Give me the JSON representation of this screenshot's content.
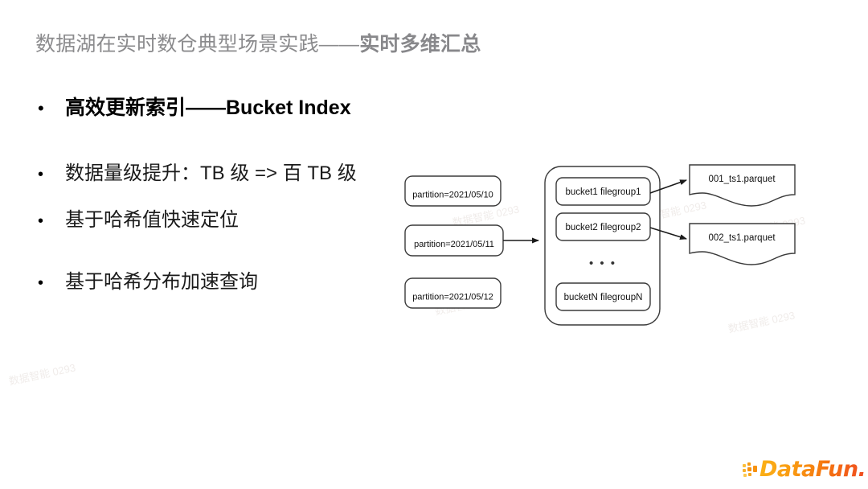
{
  "slide": {
    "title_plain": "数据湖在实时数仓典型场景实践——",
    "title_emph": "实时多维汇总",
    "background": "#ffffff"
  },
  "bullets": {
    "main": "高效更新索引——Bucket Index",
    "sub": [
      "数据量级提升：TB 级 => 百 TB 级",
      "基于哈希值快速定位",
      "基于哈希分布加速查询"
    ]
  },
  "diagram": {
    "partitions": [
      "partition=2021/05/10",
      "partition=2021/05/11",
      "partition=2021/05/12"
    ],
    "buckets": [
      "bucket1 filegroup1",
      "bucket2 filegroup2",
      "bucketN filegroupN"
    ],
    "bucket_ellipsis": "• • •",
    "files": [
      "001_ts1.parquet",
      "002_ts1.parquet"
    ]
  },
  "watermarks": [
    "数据智能 0293",
    "数据智能 0293",
    "数据智能 0293",
    "数据智能 0293",
    "数据智能 0293",
    "数据智能 0293"
  ],
  "logo": {
    "text": "DataFun.",
    "accent_start": "#fbb217",
    "accent_end": "#ef4b22"
  }
}
